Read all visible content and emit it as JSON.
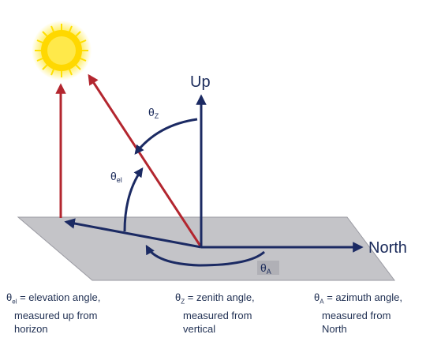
{
  "labels": {
    "up": "Up",
    "north": "North",
    "theta_symbol": "θ",
    "theta_z_sub": "Z",
    "theta_el_sub": "el",
    "theta_a_sub": "A"
  },
  "legend": [
    {
      "sub": "el",
      "equals": " = elevation angle,",
      "line2": "measured up from",
      "line3": "horizon"
    },
    {
      "sub": "Z",
      "equals": " =  zenith angle,",
      "line2": "measured  from",
      "line3": "vertical"
    },
    {
      "sub": "A",
      "equals": " = azimuth angle,",
      "line2": "measured  from",
      "line3": "North"
    }
  ],
  "colors": {
    "plane": "#c4c4c8",
    "arrow_blue": "#1b2a63",
    "arrow_red": "#b3262f",
    "sun": "#ffd800",
    "sun_glow": "#fff27a"
  }
}
